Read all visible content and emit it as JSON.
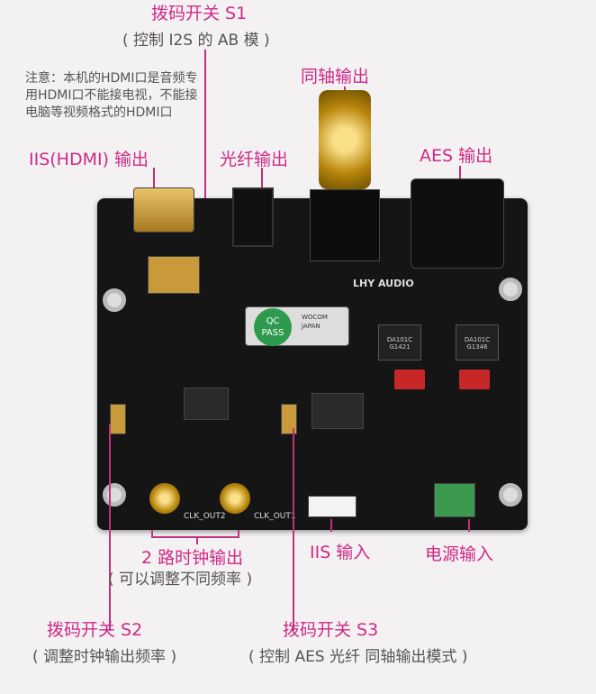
{
  "labels": {
    "s1_title": "拨码开关 S1",
    "s1_desc": "( 控制 I2S 的 AB 模 )",
    "note": "注意：本机的HDMI口是音频专用HDMI口不能接电视，不能接电脑等视频格式的HDMI口",
    "iis_hdmi": "IIS(HDMI) 输出",
    "optical": "光纤输出",
    "coax": "同轴输出",
    "aes": "AES 输出",
    "clock_title": "2 路时钟输出",
    "clock_desc": "( 可以调整不同频率 )",
    "iis_in": "IIS 输入",
    "power_in": "电源输入",
    "s2_title": "拨码开关 S2",
    "s2_desc": "( 调整时钟输出频率 )",
    "s3_title": "拨码开关 S3",
    "s3_desc": "( 控制 AES 光纤 同轴输出模式 )"
  },
  "board": {
    "brand": "LHY AUDIO",
    "qc": "QC PASS",
    "crystal": "WOCOM JAPAN",
    "chip1": "DA101C G1421",
    "chip2": "DA101C G1346",
    "clk2": "CLK_OUT2",
    "clk1": "CLK_OUT1"
  }
}
